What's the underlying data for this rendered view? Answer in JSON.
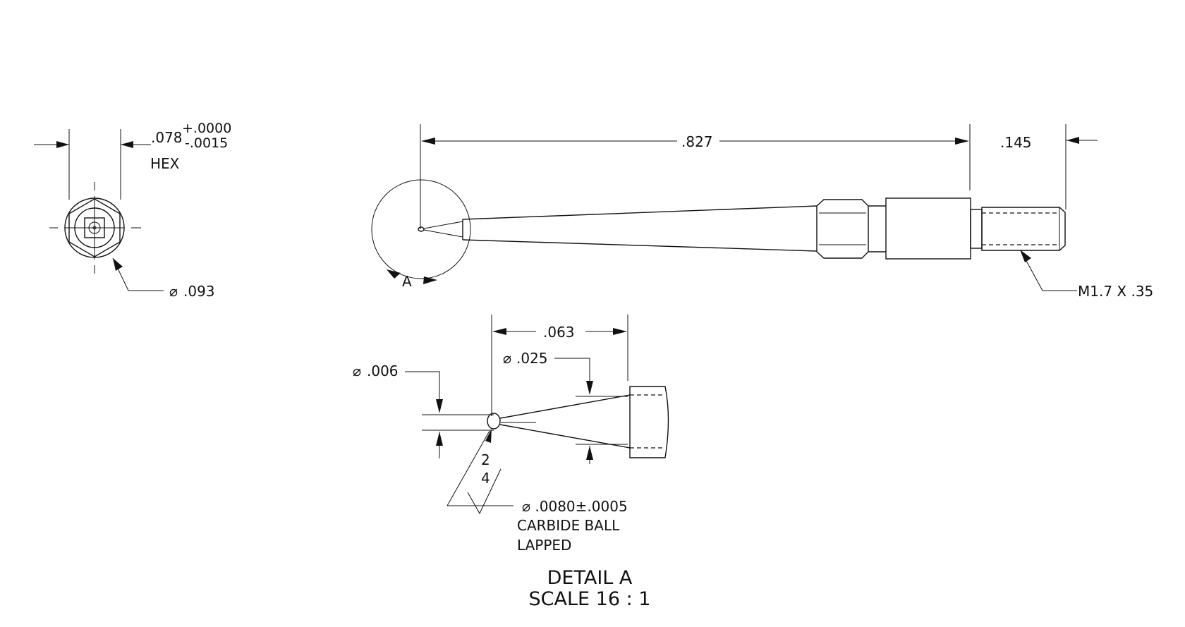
{
  "end_view": {
    "hex_size": ".078",
    "tol_plus": "+.0000",
    "tol_minus": "-.0015",
    "hex_label": "HEX",
    "diameter_symbol": "⌀",
    "diameter": ".093"
  },
  "side_view": {
    "length": ".827",
    "thread_length": ".145",
    "thread_spec": "M1.7 X .35",
    "detail_label": "A"
  },
  "detail_view": {
    "tip_length": ".063",
    "diameter_symbol": "⌀",
    "taper_diameter": ".025",
    "stem_diameter": ".006",
    "finish_top": "2",
    "finish_bottom": "4",
    "ball_spec": "⌀ .0080±.0005",
    "ball_material": "CARBIDE BALL",
    "ball_finish": "LAPPED",
    "title": "DETAIL A",
    "scale": "SCALE 16 : 1"
  }
}
